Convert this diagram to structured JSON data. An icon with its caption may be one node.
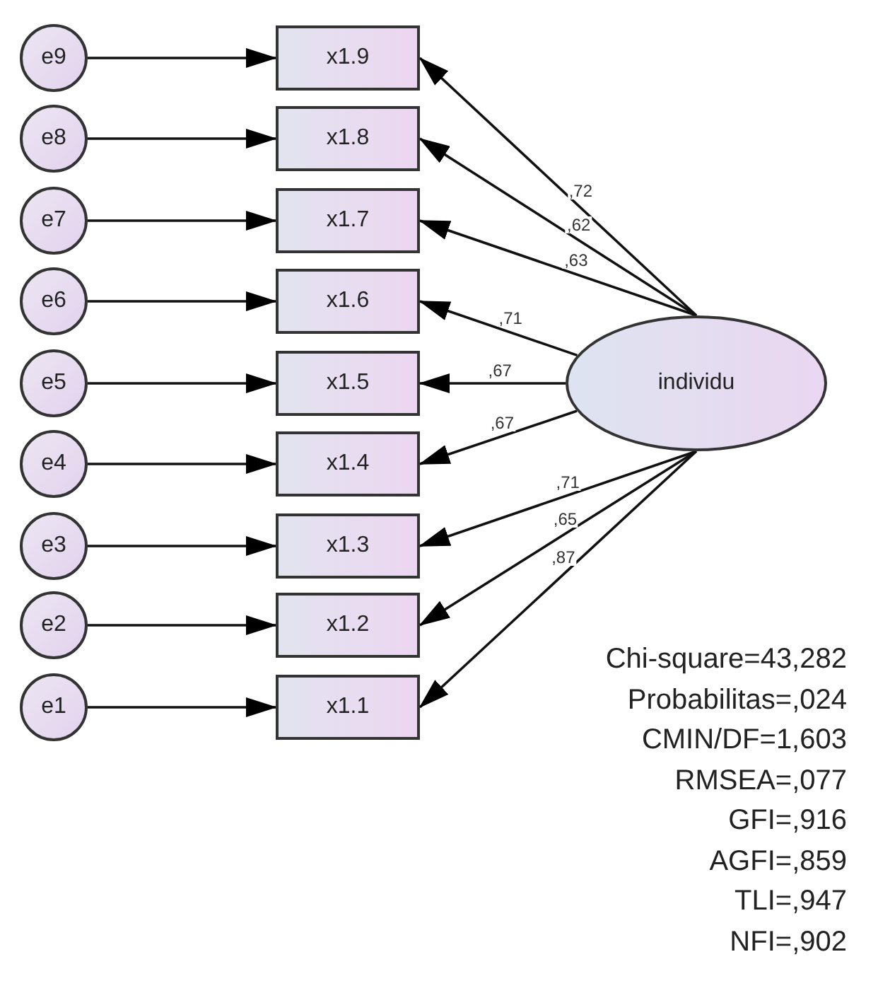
{
  "diagram": {
    "nodes": [
      {
        "text": [
          "e9"
        ]
      },
      {
        "text": [
          "x1.9"
        ]
      },
      {
        "text": [
          "e8"
        ]
      },
      {
        "text": [
          "x1.8"
        ]
      },
      {
        "text": [
          "e7"
        ]
      },
      {
        "text": [
          "x1.7"
        ]
      },
      {
        "text": [
          "e6"
        ]
      },
      {
        "text": [
          "x1.6"
        ]
      },
      {
        "text": [
          "e5"
        ]
      },
      {
        "text": [
          "x1.5"
        ]
      },
      {
        "text": [
          "e4"
        ]
      },
      {
        "text": [
          "x1.4"
        ]
      },
      {
        "text": [
          "e3"
        ]
      },
      {
        "text": [
          "x1.3"
        ]
      },
      {
        "text": [
          "e2"
        ]
      },
      {
        "text": [
          "x1.2"
        ]
      },
      {
        "text": [
          "e1"
        ]
      },
      {
        "text": [
          "x1.1"
        ]
      },
      {
        "text": [
          "individu"
        ]
      }
    ],
    "edges": [
      {
        "from": 0,
        "to": 1,
        "arrow": "to"
      },
      {
        "from": 18,
        "to": 1,
        "arrow": "to",
        "label": ",72"
      },
      {
        "from": 2,
        "to": 3,
        "arrow": "to"
      },
      {
        "from": 18,
        "to": 3,
        "arrow": "to",
        "label": ",62"
      },
      {
        "from": 4,
        "to": 5,
        "arrow": "to"
      },
      {
        "from": 18,
        "to": 5,
        "arrow": "to",
        "label": ",63"
      },
      {
        "from": 6,
        "to": 7,
        "arrow": "to"
      },
      {
        "from": 18,
        "to": 7,
        "arrow": "to",
        "label": ",71"
      },
      {
        "from": 8,
        "to": 9,
        "arrow": "to"
      },
      {
        "from": 18,
        "to": 9,
        "arrow": "to",
        "label": ",67"
      },
      {
        "from": 10,
        "to": 11,
        "arrow": "to"
      },
      {
        "from": 18,
        "to": 11,
        "arrow": "to",
        "label": ",67"
      },
      {
        "from": 12,
        "to": 13,
        "arrow": "to"
      },
      {
        "from": 18,
        "to": 13,
        "arrow": "to",
        "label": ",71"
      },
      {
        "from": 14,
        "to": 15,
        "arrow": "to"
      },
      {
        "from": 18,
        "to": 15,
        "arrow": "to",
        "label": ",65"
      },
      {
        "from": 16,
        "to": 17,
        "arrow": "to"
      },
      {
        "from": 18,
        "to": 17,
        "arrow": "to",
        "label": ",87"
      }
    ],
    "labels": [
      "Chi-square=43,282",
      "Probabilitas=,024",
      "CMIN/DF=1,603",
      "RMSEA=,077",
      "GFI=,916",
      "AGFI=,859",
      "TLI=,947",
      "NFI=,902"
    ]
  }
}
